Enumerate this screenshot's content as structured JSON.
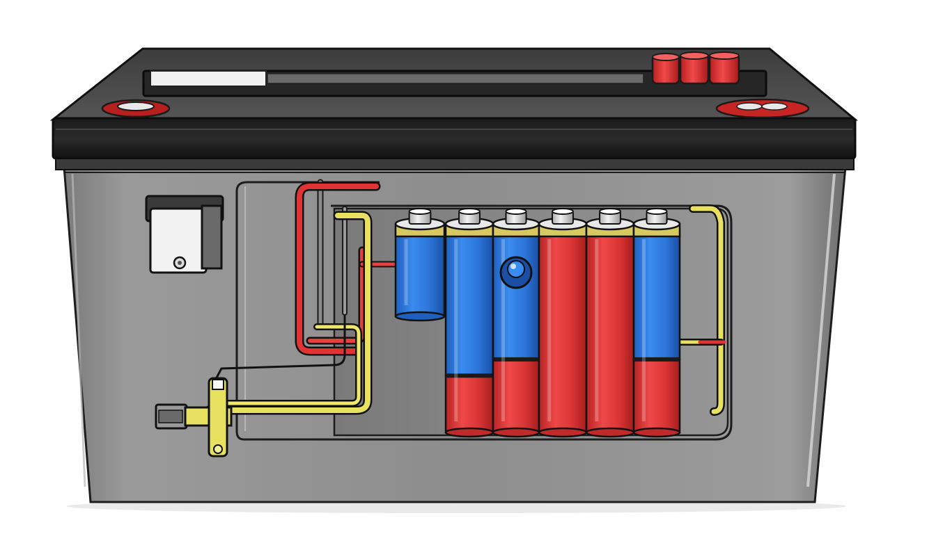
{
  "illustration": {
    "subject": "",
    "labels": []
  },
  "palette": {
    "background": "#ffffff",
    "case_gray": "#8e8e8e",
    "lid_black": "#2a2a2a",
    "terminal_red": "#e03030",
    "cell_blue": "#2f7be0",
    "cell_red": "#e23b3b",
    "wire_yellow": "#e8e060",
    "cap_gold": "#d8c860"
  },
  "cells": [
    {
      "id": "cell-1",
      "color": "blue",
      "blue_fraction": 1.0
    },
    {
      "id": "cell-2",
      "color": "blue-red",
      "blue_fraction": 0.72
    },
    {
      "id": "cell-3",
      "color": "blue-red",
      "blue_fraction": 0.64
    },
    {
      "id": "cell-4",
      "color": "red",
      "blue_fraction": 0.0
    },
    {
      "id": "cell-5",
      "color": "red",
      "blue_fraction": 0.0
    },
    {
      "id": "cell-6",
      "color": "blue-red",
      "blue_fraction": 0.64
    }
  ],
  "icons": {
    "battery": "car-battery-icon",
    "terminal_positive": "terminal-icon",
    "terminal_negative": "terminal-icon",
    "connector": "connector-plug-icon",
    "relay": "relay-box-icon"
  }
}
